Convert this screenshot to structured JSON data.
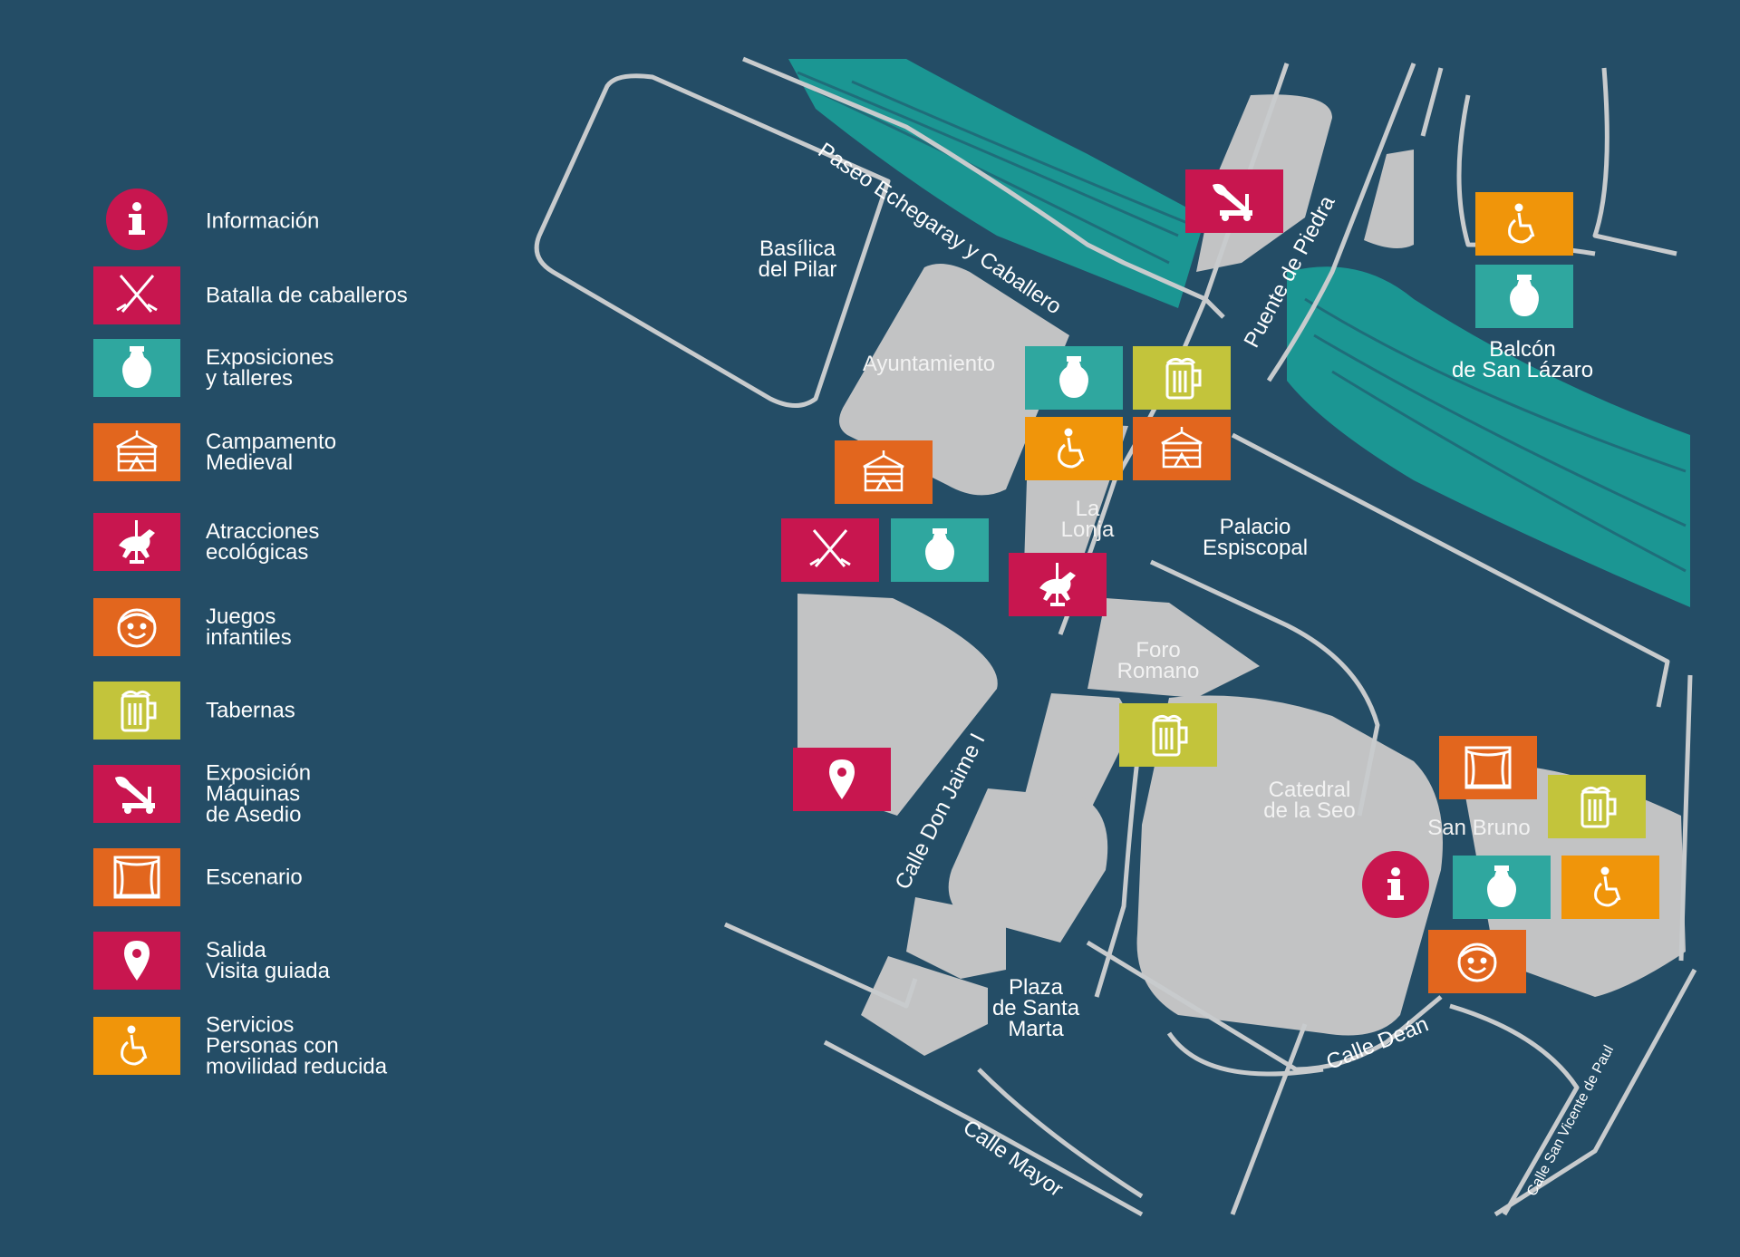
{
  "colors": {
    "background": "#244d66",
    "block": "#c2c3c4",
    "river": "#1b9e98",
    "crimson": "#c8164f",
    "teal": "#2fa79f",
    "orange_dark": "#e2661e",
    "orange_light": "#f0950a",
    "olive": "#c3c43b"
  },
  "legend": [
    {
      "icon": "info-icon",
      "label": "Información",
      "color": "#c8164f",
      "shape": "circle"
    },
    {
      "icon": "crossed-swords-icon",
      "label": "Batalla de caballeros",
      "color": "#c8164f"
    },
    {
      "icon": "amphora-icon",
      "label": "Exposiciones\ny talleres",
      "color": "#2fa79f"
    },
    {
      "icon": "tent-icon",
      "label": "Campamento\nMedieval",
      "color": "#e2661e"
    },
    {
      "icon": "carousel-horse-icon",
      "label": "Atracciones\necológicas",
      "color": "#c8164f"
    },
    {
      "icon": "smiley-face-icon",
      "label": "Juegos\ninfantiles",
      "color": "#e2661e"
    },
    {
      "icon": "beer-mug-icon",
      "label": "Tabernas",
      "color": "#c3c43b"
    },
    {
      "icon": "catapult-icon",
      "label": "Exposición\nMáquinas\nde Asedio",
      "color": "#c8164f"
    },
    {
      "icon": "stage-curtain-icon",
      "label": "Escenario",
      "color": "#e2661e"
    },
    {
      "icon": "location-pin-icon",
      "label": "Salida\nVisita guiada",
      "color": "#c8164f"
    },
    {
      "icon": "wheelchair-icon",
      "label": "Servicios\nPersonas con\nmovilidad reducida",
      "color": "#f0950a"
    }
  ],
  "places": [
    {
      "id": "basilica",
      "label": "Basílica\ndel Pilar"
    },
    {
      "id": "ayuntamiento",
      "label": "Ayuntamiento"
    },
    {
      "id": "lonja",
      "label": "La\nLonja"
    },
    {
      "id": "palacio",
      "label": "Palacio\nEspiscopal"
    },
    {
      "id": "foro",
      "label": "Foro\nRomano"
    },
    {
      "id": "catedral",
      "label": "Catedral\nde la Seo"
    },
    {
      "id": "sanbruno",
      "label": "San Bruno"
    },
    {
      "id": "santamarta",
      "label": "Plaza\nde Santa\nMarta"
    },
    {
      "id": "balcon",
      "label": "Balcón\nde San Lázaro"
    }
  ],
  "streets": [
    {
      "id": "echegaray",
      "label": "Paseo Echegaray y Caballero"
    },
    {
      "id": "piedra",
      "label": "Puente de Piedra"
    },
    {
      "id": "jaime",
      "label": "Calle Don Jaime I"
    },
    {
      "id": "mayor",
      "label": "Calle Mayor"
    },
    {
      "id": "dean",
      "label": "Calle Deán"
    },
    {
      "id": "vicente",
      "label": "Calle San Vicente de Paul"
    }
  ],
  "markers": [
    {
      "icon": "catapult-icon",
      "color": "#c8164f"
    },
    {
      "icon": "wheelchair-icon",
      "color": "#f0950a"
    },
    {
      "icon": "amphora-icon",
      "color": "#2fa79f"
    },
    {
      "icon": "amphora-icon",
      "color": "#2fa79f"
    },
    {
      "icon": "beer-mug-icon",
      "color": "#c3c43b"
    },
    {
      "icon": "wheelchair-icon",
      "color": "#f0950a"
    },
    {
      "icon": "tent-icon",
      "color": "#e2661e"
    },
    {
      "icon": "tent-icon",
      "color": "#e2661e"
    },
    {
      "icon": "crossed-swords-icon",
      "color": "#c8164f"
    },
    {
      "icon": "amphora-icon",
      "color": "#2fa79f"
    },
    {
      "icon": "carousel-horse-icon",
      "color": "#c8164f"
    },
    {
      "icon": "beer-mug-icon",
      "color": "#c3c43b"
    },
    {
      "icon": "location-pin-icon",
      "color": "#c8164f"
    },
    {
      "icon": "stage-curtain-icon",
      "color": "#e2661e"
    },
    {
      "icon": "beer-mug-icon",
      "color": "#c3c43b"
    },
    {
      "icon": "info-icon",
      "color": "#c8164f",
      "shape": "circle"
    },
    {
      "icon": "amphora-icon",
      "color": "#2fa79f"
    },
    {
      "icon": "wheelchair-icon",
      "color": "#f0950a"
    },
    {
      "icon": "smiley-face-icon",
      "color": "#e2661e"
    }
  ]
}
